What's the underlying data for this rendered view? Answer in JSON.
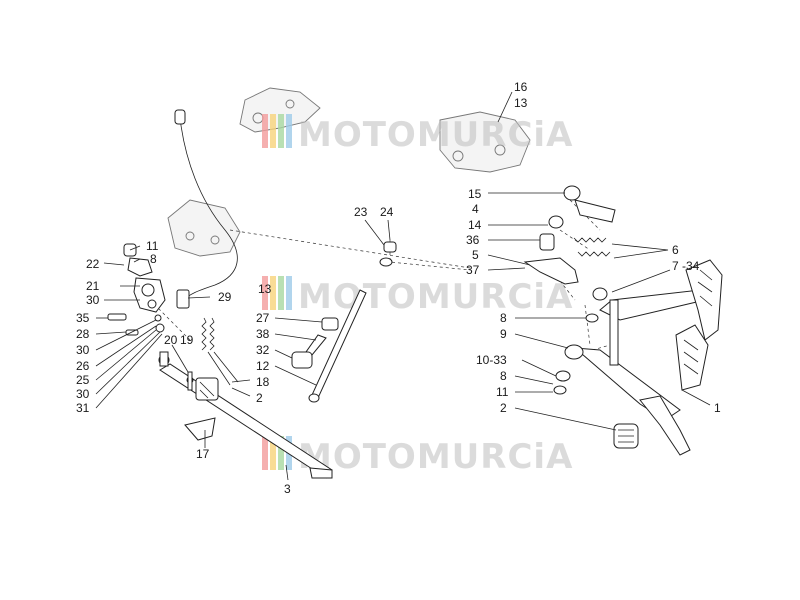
{
  "watermark": {
    "text": "MOTOMURCiA",
    "stripe_colors": [
      "#f29b9b",
      "#f7d37a",
      "#a8d8a0",
      "#9ecbe8"
    ]
  },
  "labels": {
    "l16": "16",
    "l13a": "13",
    "l15": "15",
    "l4": "4",
    "l14": "14",
    "l36": "36",
    "l5": "5",
    "l37": "37",
    "l6": "6",
    "l7_34": "7 -34",
    "l8a": "8",
    "l9": "9",
    "l10_33": "10-33",
    "l8b": "8",
    "l11a": "11",
    "l2a": "2",
    "l1": "1",
    "l23": "23",
    "l24": "24",
    "l27": "27",
    "l38": "38",
    "l32": "32",
    "l12": "12",
    "l18": "18",
    "l2b": "2",
    "l13b": "13",
    "l11b": "11",
    "l22": "22",
    "l8c": "8",
    "l21": "21",
    "l30a": "30",
    "l29": "29",
    "l35": "35",
    "l28": "28",
    "l30b": "30",
    "l26": "26",
    "l25": "25",
    "l30c": "30",
    "l31": "31",
    "l20": "20",
    "l19": "19",
    "l17": "17",
    "l3": "3"
  }
}
